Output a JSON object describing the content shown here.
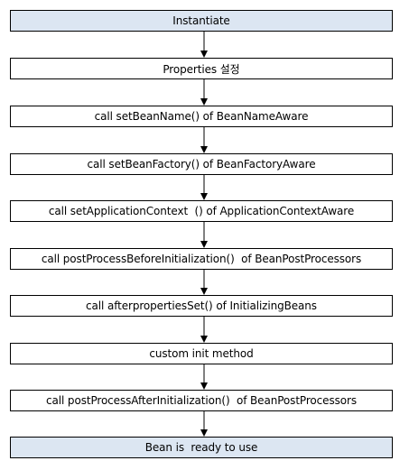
{
  "diagram": {
    "steps": [
      {
        "label": "Instantiate",
        "highlight": true
      },
      {
        "label": "Properties 설정",
        "highlight": false
      },
      {
        "label": "call setBeanName() of BeanNameAware",
        "highlight": false
      },
      {
        "label": "call setBeanFactory() of BeanFactoryAware",
        "highlight": false
      },
      {
        "label": "call setApplicationContext  () of ApplicationContextAware",
        "highlight": false
      },
      {
        "label": "call postProcessBeforeInitialization()  of BeanPostProcessors",
        "highlight": false
      },
      {
        "label": "call afterpropertiesSet() of InitializingBeans",
        "highlight": false
      },
      {
        "label": "custom init method",
        "highlight": false
      },
      {
        "label": "call postProcessAfterInitialization()  of BeanPostProcessors",
        "highlight": false
      },
      {
        "label": "Bean is  ready to use",
        "highlight": true
      }
    ],
    "colors": {
      "highlight_fill": "#dce6f2",
      "box_fill": "#ffffff",
      "border": "#000000",
      "arrow": "#000000"
    }
  }
}
